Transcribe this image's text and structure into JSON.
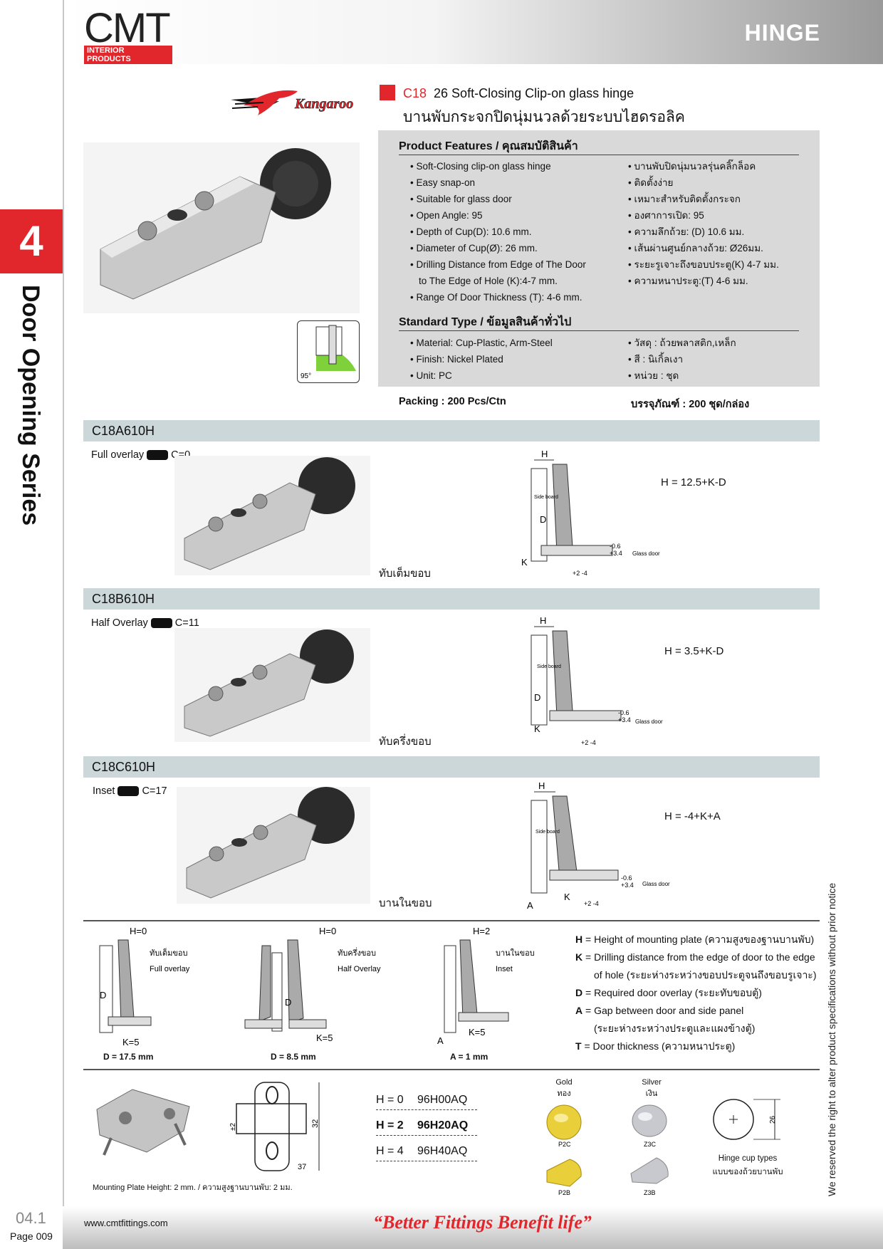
{
  "header": {
    "logo": "CMT",
    "logo_sub": "INTERIOR PRODUCTS",
    "category": "HINGE"
  },
  "side": {
    "tab_number": "4",
    "series": "Door Opening Series",
    "disclaimer": "We reserved the right to alter product specifications without prior notice"
  },
  "brand": "Kangaroo",
  "product": {
    "code": "C18",
    "title": "26 Soft-Closing Clip-on glass hinge",
    "title_th": "บานพับกระจกปิดนุ่มนวลด้วยระบบไฮดรอลิค",
    "angle": "95°"
  },
  "features": {
    "heading": "Product Features / คุณสมบัติสินค้า",
    "en": [
      "• Soft-Closing clip-on glass hinge",
      "• Easy snap-on",
      "• Suitable for glass door",
      "• Open Angle: 95",
      "• Depth of Cup(D): 10.6 mm.",
      "• Diameter of Cup(Ø): 26 mm.",
      "• Drilling Distance from Edge of The Door",
      "  to The Edge of Hole (K):4-7 mm.",
      "• Range Of Door Thickness (T): 4-6 mm."
    ],
    "th": [
      "• บานพับปิดนุ่มนวลรุ่นคลิ๊กล็อค",
      "• ติดตั้งง่าย",
      "• เหมาะสำหรับติดตั้งกระจก",
      "• องศาการเปิด: 95",
      "• ความลึกถ้วย: (D) 10.6 มม.",
      "• เส้นผ่านศูนย์กลางถ้วย: Ø26มม.",
      "• ระยะรูเจาะถึงขอบประตู(K) 4-7 มม.",
      "• ความหนาประตู:(T) 4-6 มม."
    ]
  },
  "standard": {
    "heading": "Standard Type / ข้อมูลสินค้าทั่วไป",
    "en": [
      "• Material: Cup-Plastic, Arm-Steel",
      "• Finish:  Nickel Plated",
      "• Unit:  PC"
    ],
    "th": [
      "• วัสดุ : ถ้วยพลาสติก,เหล็ก",
      "• สี : นิเกิ้ลเงา",
      "• หน่วย : ชุด"
    ]
  },
  "packing": {
    "en": "Packing : 200 Pcs/Ctn",
    "th": "บรรจุภัณฑ์ : 200 ชุด/กล่อง"
  },
  "models": [
    {
      "code": "C18A610H",
      "overlay": "Full overlay",
      "c": "C=0",
      "th": "ทับเต็มขอบ",
      "formula": "H = 12.5+K-D",
      "dim_a": "-0.6",
      "dim_b": "+3.4",
      "dim_c": "+2   -4",
      "glass": "Glass door",
      "side": "Side board"
    },
    {
      "code": "C18B610H",
      "overlay": "Half Overlay",
      "c": "C=11",
      "th": "ทับครึ่งขอบ",
      "formula": "H = 3.5+K-D",
      "dim_a": "-0.6",
      "dim_b": "+3.4",
      "dim_c": "+2   -4",
      "glass": "Glass door",
      "side": "Side board"
    },
    {
      "code": "C18C610H",
      "overlay": "Inset",
      "c": "C=17",
      "th": "บานในขอบ",
      "formula": "H = -4+K+A",
      "dim_a": "-0.6",
      "dim_b": "+3.4",
      "dim_c": "+2   -4",
      "glass": "Glass door",
      "side": "Side board"
    }
  ],
  "diagram_labels": {
    "H": "H",
    "D": "D",
    "K": "K",
    "A": "A"
  },
  "examples": [
    {
      "h": "H=0",
      "th": "ทับเต็มขอบ",
      "en": "Full overlay",
      "k": "K=5",
      "value": "D =  17.5 mm"
    },
    {
      "h": "H=0",
      "th": "ทับครึ่งขอบ",
      "en": "Half Overlay",
      "k": "K=5",
      "value": "D = 8.5 mm"
    },
    {
      "h": "H=2",
      "th": "บานในขอบ",
      "en": "Inset",
      "k": "K=5",
      "value": "A = 1 mm"
    }
  ],
  "legend": [
    {
      "key": "H",
      "text": " = Height of mounting plate (ความสูงของฐานบานพับ)"
    },
    {
      "key": "K",
      "text": " = Drilling distance from the edge of door to the edge"
    },
    {
      "key": "",
      "text": "of hole (ระยะห่างระหว่างขอบประตูจนถึงขอบรูเจาะ)"
    },
    {
      "key": "D",
      "text": " = Required door overlay (ระยะทับขอบตู้)"
    },
    {
      "key": "A",
      "text": " = Gap between door and side panel"
    },
    {
      "key": "",
      "text": "(ระยะห่างระหว่างประตูและแผงข้างตู้)"
    },
    {
      "key": "T",
      "text": " = Door thickness (ความหนาประตู)"
    }
  ],
  "mounting": {
    "caption": "Mounting Plate Height: 2 mm.  / ความสูงฐานบานพับ: 2 มม.",
    "dim_32": "32",
    "dim_37": "37",
    "dim_pm2": "±2",
    "codes": [
      {
        "h": "H = 0",
        "code": "96H00AQ"
      },
      {
        "h": "H = 2",
        "code": "96H20AQ"
      },
      {
        "h": "H = 4",
        "code": "96H40AQ"
      }
    ]
  },
  "caps": {
    "gold_en": "Gold",
    "gold_th": "ทอง",
    "silver_en": "Silver",
    "silver_th": "เงิน",
    "items": [
      "P2C",
      "Z3C",
      "P2B",
      "Z3B"
    ],
    "types_en": "Hinge cup types",
    "types_th": "แบบของถ้วยบานพับ",
    "dim": "26"
  },
  "footer": {
    "url": "www.cmtfittings.com",
    "slogan": "“Better Fittings Benefit life”",
    "page_num": "04.1",
    "page_label": "Page 009"
  }
}
